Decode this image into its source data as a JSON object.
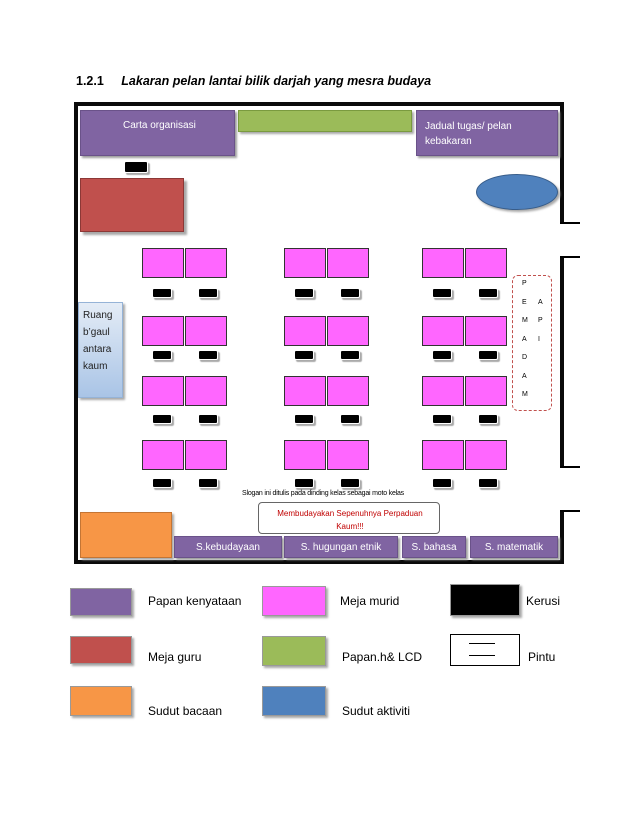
{
  "heading": {
    "number": "1.2.1",
    "title": "Lakaran pelan lantai bilik darjah yang mesra budaya"
  },
  "boards": {
    "org_chart": "Carta organisasi",
    "duty_schedule": "Jadual tugas/ pelan kebakaran",
    "socializing_corner": "Ruang b’gaul antara kaum",
    "culture": "S.kebudayaan",
    "ethnic_relations": "S. hugungan etnik",
    "language": "S. bahasa",
    "math": "S. matematik"
  },
  "exhibition": {
    "letters_left": [
      "P",
      "E",
      "M",
      "A",
      "D",
      "A",
      "M"
    ],
    "letters_right": [
      "A",
      "P",
      "I"
    ]
  },
  "slogan": {
    "caption": "Slogan ini ditulis pada dinding kelas sebagai moto kelas",
    "text": "Membudayakan Sepenuhnya Perpaduan Kaum!!!"
  },
  "legend": {
    "items": [
      {
        "label": "Papan kenyataan",
        "color": "#8064a2"
      },
      {
        "label": "Meja murid",
        "color": "#ff66ff"
      },
      {
        "label": "Kerusi",
        "color": "#000000"
      },
      {
        "label": "Meja guru",
        "color": "#c0504d"
      },
      {
        "label": "Papan.h& LCD",
        "color": "#9bbb59"
      },
      {
        "label": "Pintu",
        "color": "#ffffff"
      },
      {
        "label": "Sudut bacaan",
        "color": "#f79646"
      },
      {
        "label": "Sudut aktiviti",
        "color": "#4f81bd"
      }
    ]
  },
  "colors": {
    "bulletin_board": "#8064a2",
    "student_desk": "#ff66ff",
    "teacher_desk": "#c0504d",
    "whiteboard_lcd": "#9bbb59",
    "reading_corner": "#f79646",
    "activity_corner": "#4f81bd",
    "slogan_text": "#c00000",
    "exhibition_border": "#c0504d"
  }
}
